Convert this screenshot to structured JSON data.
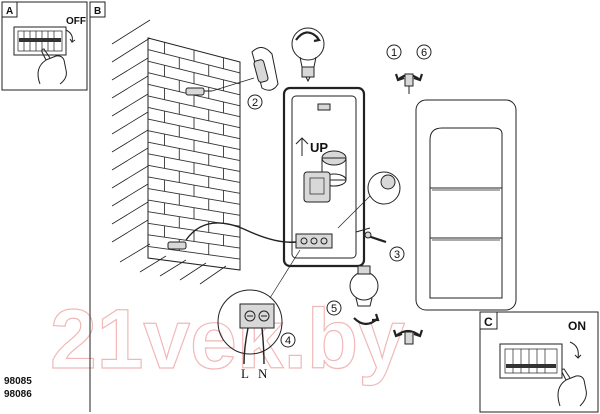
{
  "panels": {
    "a": {
      "label": "A",
      "switch_text": "OFF"
    },
    "b": {
      "label": "B"
    },
    "c": {
      "label": "C",
      "switch_text": "ON"
    }
  },
  "callouts": {
    "step1": "1",
    "step2": "2",
    "step3": "3",
    "step4": "4",
    "step5": "5",
    "step6": "6"
  },
  "wiring": {
    "live": "L",
    "neutral": "N"
  },
  "mount_text": "UP",
  "models": [
    "98085",
    "98086"
  ],
  "watermark": "21vek.by",
  "colors": {
    "line": "#222222",
    "watermark": "#f2b8b8",
    "shade": "#d8d8d8"
  }
}
